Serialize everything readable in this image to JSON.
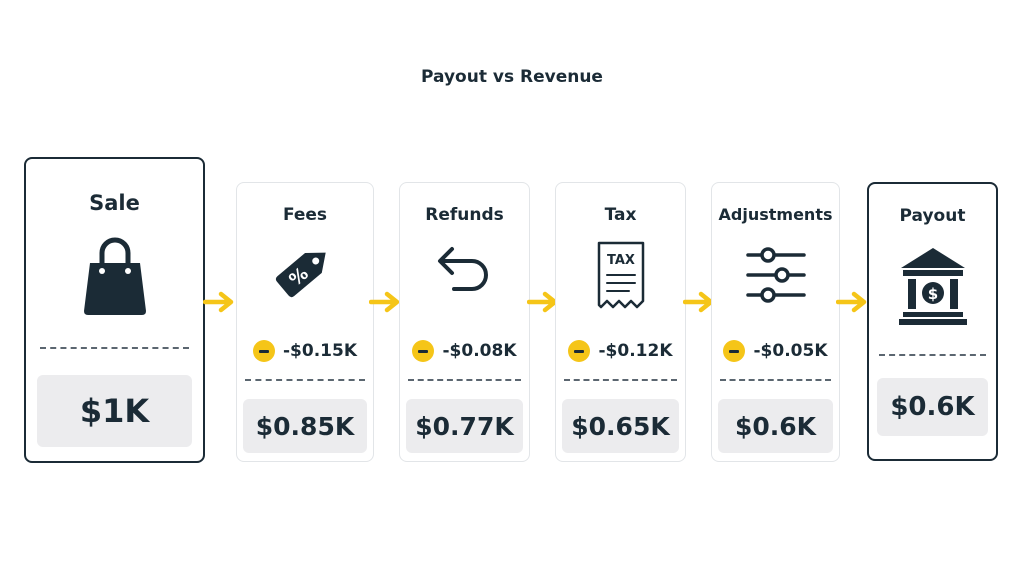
{
  "title": "Payout vs Revenue",
  "accent_color": "#f5c518",
  "ink_color": "#1b2b36",
  "steps": [
    {
      "label": "Sale",
      "icon": "shopping-bag-icon",
      "delta": "",
      "value": "$1K"
    },
    {
      "label": "Fees",
      "icon": "percent-tag-icon",
      "delta": "-$0.15K",
      "value": "$0.85K"
    },
    {
      "label": "Refunds",
      "icon": "undo-arrow-icon",
      "delta": "-$0.08K",
      "value": "$0.77K"
    },
    {
      "label": "Tax",
      "icon": "tax-receipt-icon",
      "delta": "-$0.12K",
      "value": "$0.65K"
    },
    {
      "label": "Adjustments",
      "icon": "sliders-icon",
      "delta": "-$0.05K",
      "value": "$0.6K"
    },
    {
      "label": "Payout",
      "icon": "bank-icon",
      "delta": "",
      "value": "$0.6K"
    }
  ],
  "icon_labels": {
    "tax_receipt_text": "TAX"
  }
}
